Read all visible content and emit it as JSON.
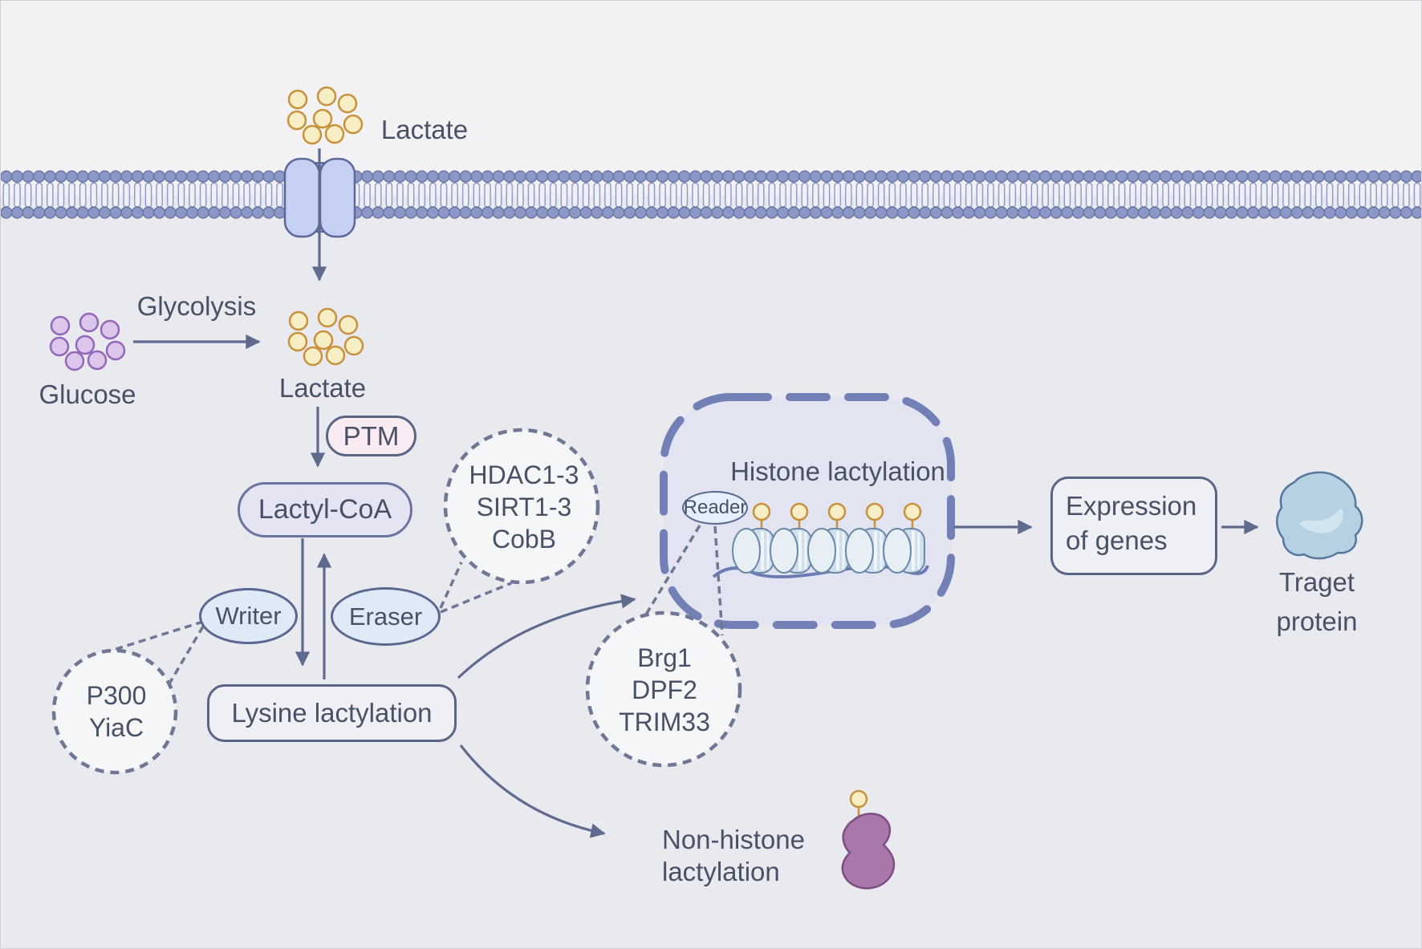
{
  "figure": {
    "extracellular": {
      "lactate_label": "Lactate"
    },
    "cytoplasm": {
      "glucose_label": "Glucose",
      "glycolysis_label": "Glycolysis",
      "lactate_label": "Lactate",
      "ptm_badge": "PTM",
      "lactyl_coa_label": "Lactyl-CoA",
      "writer_label": "Writer",
      "eraser_label": "Eraser",
      "writer_enzymes": [
        "P300",
        "YiaC"
      ],
      "eraser_enzymes": [
        "HDAC1-3",
        "SIRT1-3",
        "CobB"
      ],
      "lysine_lactylation_label": "Lysine lactylation",
      "non_histone_line1": "Non-histone",
      "non_histone_line2": "lactylation"
    },
    "nucleus": {
      "title": "Histone lactylation",
      "reader_label": "Reader",
      "reader_proteins": [
        "Brg1",
        "DPF2",
        "TRIM33"
      ]
    },
    "output": {
      "expression_line1": "Expression",
      "expression_line2": "of genes",
      "target_protein_line1": "Traget",
      "target_protein_line2": "protein"
    }
  },
  "colors": {
    "background_extracellular": "#f2f2f4",
    "background_cytoplasm": "#e9e9f0",
    "nucleus_fill": "#e3e4f2",
    "nucleus_stroke": "#7380b5",
    "membrane_head": "#8b97c7",
    "membrane_head_stroke": "#67749f",
    "membrane_tail_fill": "#eef0f6",
    "transporter_fill": "#c6d0f2",
    "transporter_core": "#93a1d6",
    "transporter_stroke": "#5c6899",
    "arrow": "#5f6b8c",
    "dash": "#6e7793",
    "text": "#485166",
    "lactate_fill": "#f8eec6",
    "lactate_stroke": "#c8923d",
    "glucose_fill": "#dcc6ec",
    "glucose_stroke": "#9468b8",
    "oval_fill": "#deebf7",
    "oval_stroke": "#5a678f",
    "reader_fill": "#e3f0fb",
    "ptm_fill": "#faeaf1",
    "lactyl_coa_fill": "#e4e4f2",
    "lactyl_coa_stroke": "#6a749c",
    "box_fill": "#eef0f5",
    "box_stroke": "#5a6584",
    "dashed_circle_fill": "#f4f6f8",
    "nucleosome_face": "#e7eef4",
    "nucleosome_body": "#cfdfeb",
    "nucleosome_stripe": "#eef4f8",
    "nucleosome_stroke": "#6a88a8",
    "dna": "#6b7cb4",
    "target_protein_fill": "#b5d1e2",
    "target_protein_inner": "#d2e4ee",
    "target_protein_stroke": "#56779c",
    "nonhistone_protein_fill": "#aa77ab",
    "nonhistone_protein_stroke": "#7d4f80"
  }
}
